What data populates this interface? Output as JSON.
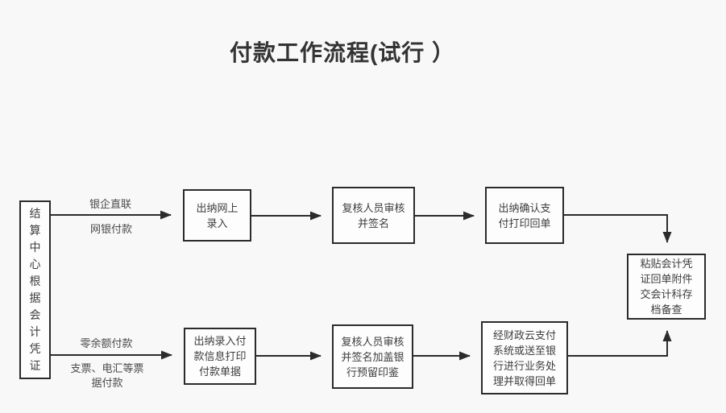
{
  "title": "付款工作流程(试行 ）",
  "colors": {
    "background": "#f8f8f8",
    "box_fill": "#fdfdfd",
    "line": "#2b2b2b",
    "text": "#3d3d3d"
  },
  "flow": {
    "source": {
      "label": "结算中心根据会计凭证"
    },
    "branch_online": {
      "arrow_label_top": "银企直联",
      "arrow_label_bottom": "网银付款",
      "steps": [
        "出纳网上\n录入",
        "复核人员审核\n并签名",
        "出纳确认支\n付打印回单"
      ]
    },
    "branch_paper": {
      "arrow_label_top": "零余额付款",
      "arrow_label_bottom": "支票、电汇等票\n据付款",
      "steps": [
        "出纳录入付\n款信息打印\n付款单据",
        "复核人员审核\n并签名加盖银\n行预留印鉴",
        "经财政云支付\n系统或送至银\n行进行业务处\n理并取得回单"
      ]
    },
    "final": {
      "label": "粘贴会计凭\n证回单附件\n交会计科存\n档备查"
    }
  }
}
